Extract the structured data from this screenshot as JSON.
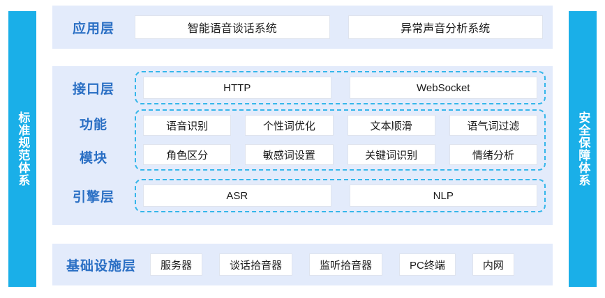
{
  "colors": {
    "sidebar": "#1aafe8",
    "panel_bg": "#e3ebfb",
    "label_blue": "#2a6fc4",
    "dashed_border": "#35b6ea",
    "card_bg": "#ffffff"
  },
  "sidebars": {
    "left": {
      "label": "标准规范体系"
    },
    "right": {
      "label": "安全保障体系"
    }
  },
  "layers": {
    "application": {
      "label": "应用层",
      "items": [
        "智能语音谈话系统",
        "异常声音分析系统"
      ]
    },
    "interface": {
      "label": "接口层",
      "items": [
        "HTTP",
        "WebSocket"
      ]
    },
    "function": {
      "label": "功能",
      "items": [
        "语音识别",
        "个性词优化",
        "文本顺滑",
        "语气词过滤"
      ]
    },
    "module": {
      "label": "模块",
      "items": [
        "角色区分",
        "敏感词设置",
        "关键词识别",
        "情绪分析"
      ]
    },
    "engine": {
      "label": "引擎层",
      "items": [
        "ASR",
        "NLP"
      ]
    },
    "infrastructure": {
      "label": "基础设施层",
      "items": [
        "服务器",
        "谈话拾音器",
        "监听拾音器",
        "PC终端",
        "内网"
      ]
    }
  }
}
